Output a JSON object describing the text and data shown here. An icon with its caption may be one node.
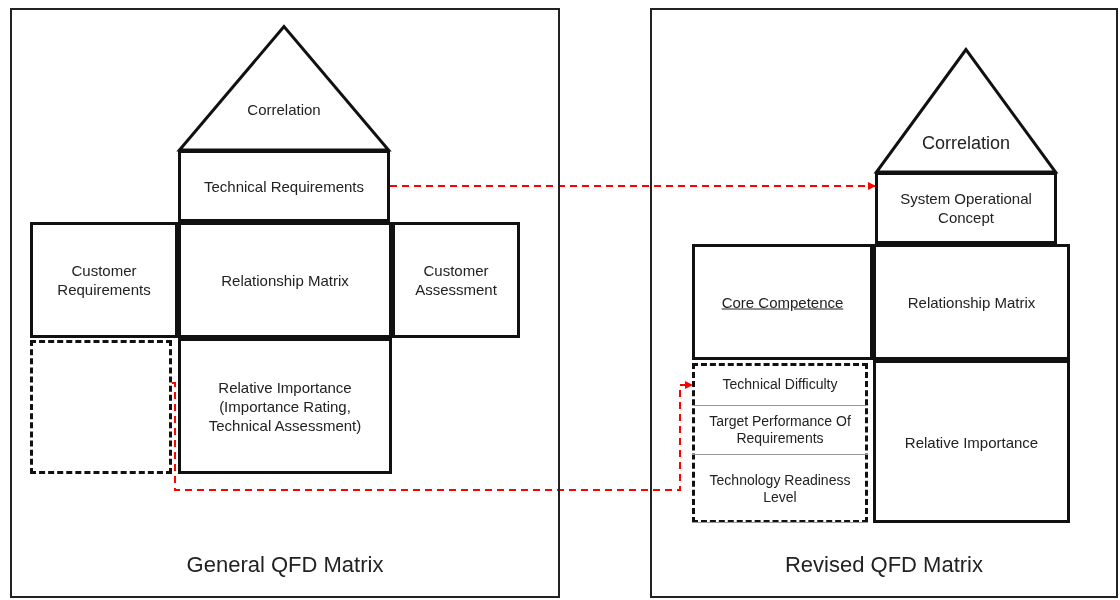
{
  "diagram": {
    "nodes": [
      {
        "text": [
          "General QFD Matrix"
        ]
      },
      {
        "text": [
          "Correlation"
        ],
        "in": 0
      },
      {
        "text": [
          "Technical Requirements"
        ],
        "in": 0
      },
      {
        "text": [
          "Customer Requirements"
        ],
        "in": 0
      },
      {
        "text": [
          "Relationship Matrix"
        ],
        "in": 0
      },
      {
        "text": [
          "Customer Assessment"
        ],
        "in": 0
      },
      {
        "text": [],
        "shape": "box",
        "in": 0
      },
      {
        "text": [
          "Relative Importance (Importance Rating, Technical Assessment)"
        ],
        "in": 0
      },
      {
        "text": [
          "Revised QFD Matrix"
        ]
      },
      {
        "text": [
          "Correlation"
        ],
        "in": 8
      },
      {
        "text": [
          "System Operational Concept"
        ],
        "in": 8
      },
      {
        "text": [
          "Core Competence"
        ],
        "in": 8
      },
      {
        "text": [
          "Relationship Matrix"
        ],
        "in": 8
      },
      {
        "text": [],
        "shape": "box",
        "in": 8
      },
      {
        "text": [
          "Technical Difficulty"
        ],
        "in": 13
      },
      {
        "text": [
          "Target Performance Of Requirements"
        ],
        "in": 13
      },
      {
        "text": [
          "Technology Readiness Level"
        ],
        "in": 13
      },
      {
        "text": [
          "Relative Importance"
        ],
        "in": 8
      }
    ],
    "edges": [
      {
        "from": 2,
        "to": 10,
        "arrow": "to",
        "style": "dashed",
        "color": "#ff0000"
      },
      {
        "from": 6,
        "to": 14,
        "arrow": "to",
        "style": "dashed",
        "color": "#ff0000"
      }
    ]
  }
}
